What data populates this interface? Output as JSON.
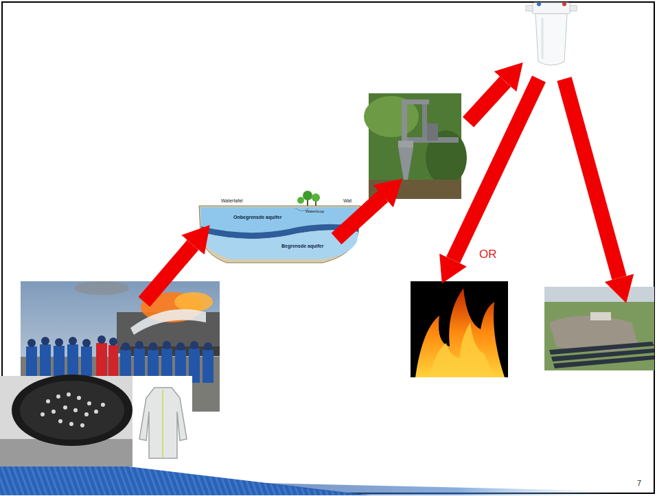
{
  "diagram": {
    "labels": [
      "Watertafel",
      "Waterloop",
      "Wat",
      "Onbegrensde aquifer",
      "Begrensde aquifer",
      "OR",
      "7"
    ]
  }
}
